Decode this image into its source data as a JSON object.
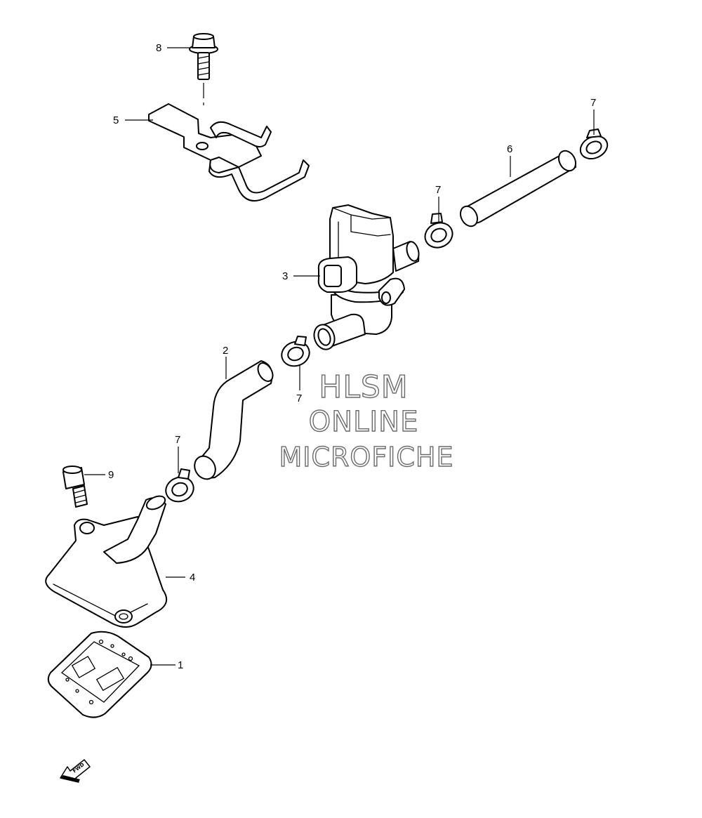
{
  "callouts": {
    "c1": "1",
    "c2": "2",
    "c3": "3",
    "c4": "4",
    "c5": "5",
    "c6": "6",
    "c7a": "7",
    "c7b": "7",
    "c7c": "7",
    "c7d": "7",
    "c8": "8",
    "c9": "9"
  },
  "watermark": {
    "line1": "HLSM",
    "line2": "ONLINE",
    "line3": "MICROFICHE"
  },
  "direction": {
    "label": "FWD",
    "icon": "arrow-left-down-icon"
  },
  "colors": {
    "line": "#000000",
    "background": "#ffffff",
    "watermark_outline": "#6b6b6b"
  }
}
